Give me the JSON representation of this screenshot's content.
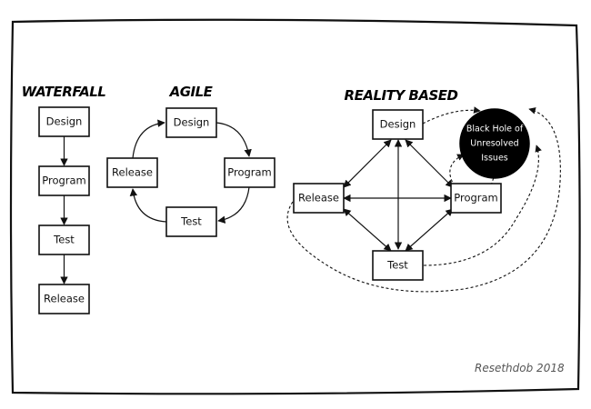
{
  "titles": {
    "waterfall": "WATERFALL",
    "agile": "AGILE",
    "reality": "REALITY BASED"
  },
  "waterfall": [
    "Design",
    "Program",
    "Test",
    "Release"
  ],
  "agile": {
    "design": "Design",
    "program": "Program",
    "test": "Test",
    "release": "Release"
  },
  "reality": {
    "design": "Design",
    "program": "Program",
    "test": "Test",
    "release": "Release",
    "black_hole": [
      "Black Hole of",
      "Unresolved",
      "Issues"
    ]
  },
  "signature": "Resethdob 2018"
}
